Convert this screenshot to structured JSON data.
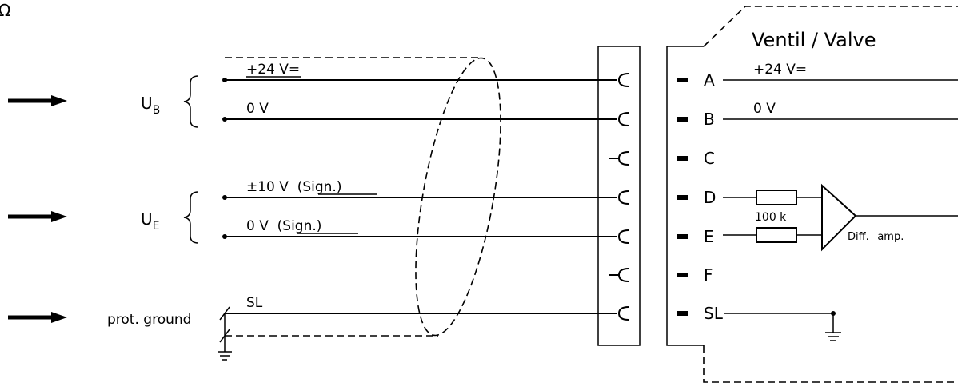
{
  "corner_symbol": "Ω",
  "groups": {
    "ub": {
      "main": "U",
      "sub": "B"
    },
    "ue": {
      "main": "U",
      "sub": "E"
    },
    "ground": "prot. ground"
  },
  "wires": {
    "supply": "+24 V=",
    "zero": "0 V",
    "signal": "±10 V  (Sign.)",
    "signal_zero": "0 V  (Sign.)",
    "protective": "SL"
  },
  "valve": {
    "title": "Ventil / Valve",
    "pins": [
      "A",
      "B",
      "C",
      "D",
      "E",
      "F",
      "SL"
    ],
    "supply": "+24 V=",
    "zero": "0 V",
    "resistor": "100 k",
    "amplifier": "Diff.– amp."
  }
}
